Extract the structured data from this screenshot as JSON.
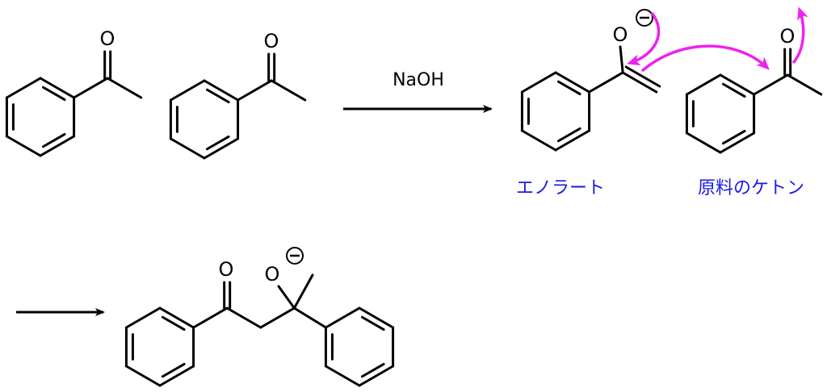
{
  "reaction": {
    "reagent": "NaOH",
    "atom_oxygen": "O",
    "labels": {
      "enolate": "エノラート",
      "ketone": "原料のケトン"
    }
  },
  "colors": {
    "bond": "#000000",
    "electron_arrow": "#ee22ee",
    "label": "#1a1ae6"
  }
}
